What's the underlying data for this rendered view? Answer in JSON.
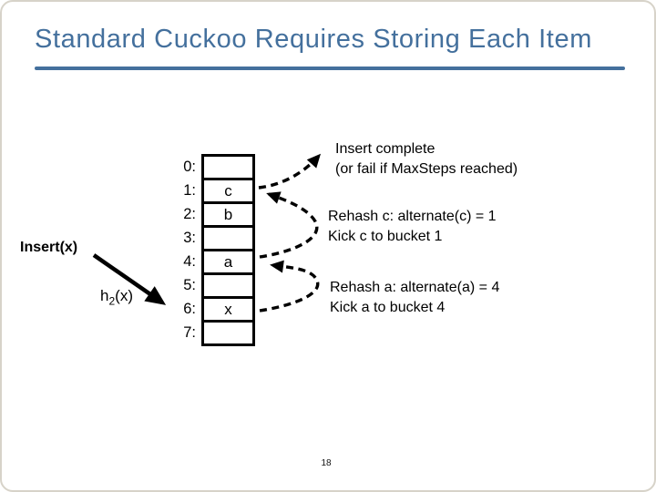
{
  "slide": {
    "title": "Standard Cuckoo Requires Storing Each Item",
    "page_number": "18"
  },
  "colors": {
    "title_blue": "#44709d",
    "slide_border": "#d7d3c9",
    "diagram_ink": "#000000"
  },
  "diagram": {
    "insert_label": "Insert(x)",
    "hash_label": {
      "base": "h",
      "sub": "2",
      "rest": "(x)"
    },
    "buckets": [
      {
        "label": "0:",
        "value": ""
      },
      {
        "label": "1:",
        "value": "c"
      },
      {
        "label": "2:",
        "value": "b"
      },
      {
        "label": "3:",
        "value": ""
      },
      {
        "label": "4:",
        "value": "a"
      },
      {
        "label": "5:",
        "value": ""
      },
      {
        "label": "6:",
        "value": "x"
      },
      {
        "label": "7:",
        "value": ""
      }
    ]
  },
  "annotations": {
    "insert_complete": {
      "line1": "Insert complete",
      "line2": "(or fail if MaxSteps reached)"
    },
    "rehash_c": {
      "line1": "Rehash c: alternate(c) = 1",
      "line2": "Kick c to bucket 1"
    },
    "rehash_a": {
      "line1": "Rehash a: alternate(a) = 4",
      "line2": "Kick a to bucket 4"
    }
  }
}
